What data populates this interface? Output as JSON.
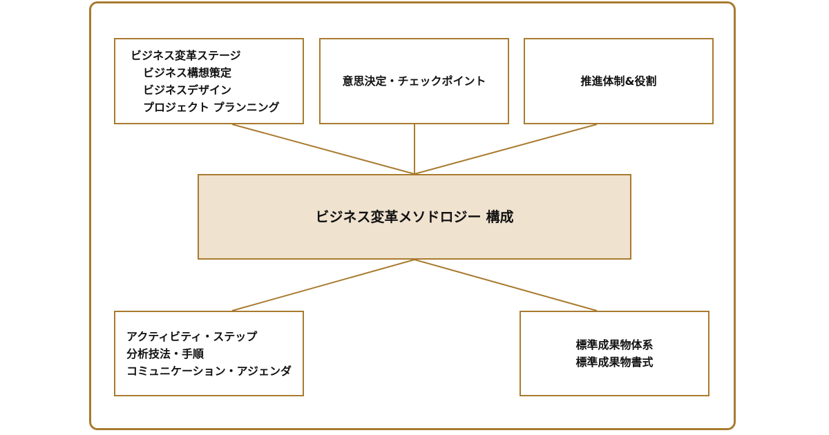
{
  "center": {
    "title": "ビジネス変革メソドロジー 構成"
  },
  "top_left": {
    "heading": "ビジネス変革ステージ",
    "items": [
      "ビジネス構想策定",
      "ビジネスデザイン",
      "プロジェクト プランニング"
    ]
  },
  "top_middle": {
    "label": "意思決定・チェックポイント"
  },
  "top_right": {
    "label": "推進体制&役割"
  },
  "bottom_left": {
    "items": [
      "アクティビティ・ステップ",
      "分析技法・手順",
      "コミュニケーション・アジェンダ"
    ]
  },
  "bottom_right": {
    "items": [
      "標準成果物体系",
      "標準成果物書式"
    ]
  },
  "colors": {
    "border": "#a87a2e",
    "center_fill": "#efe2cf",
    "text": "#111111"
  }
}
